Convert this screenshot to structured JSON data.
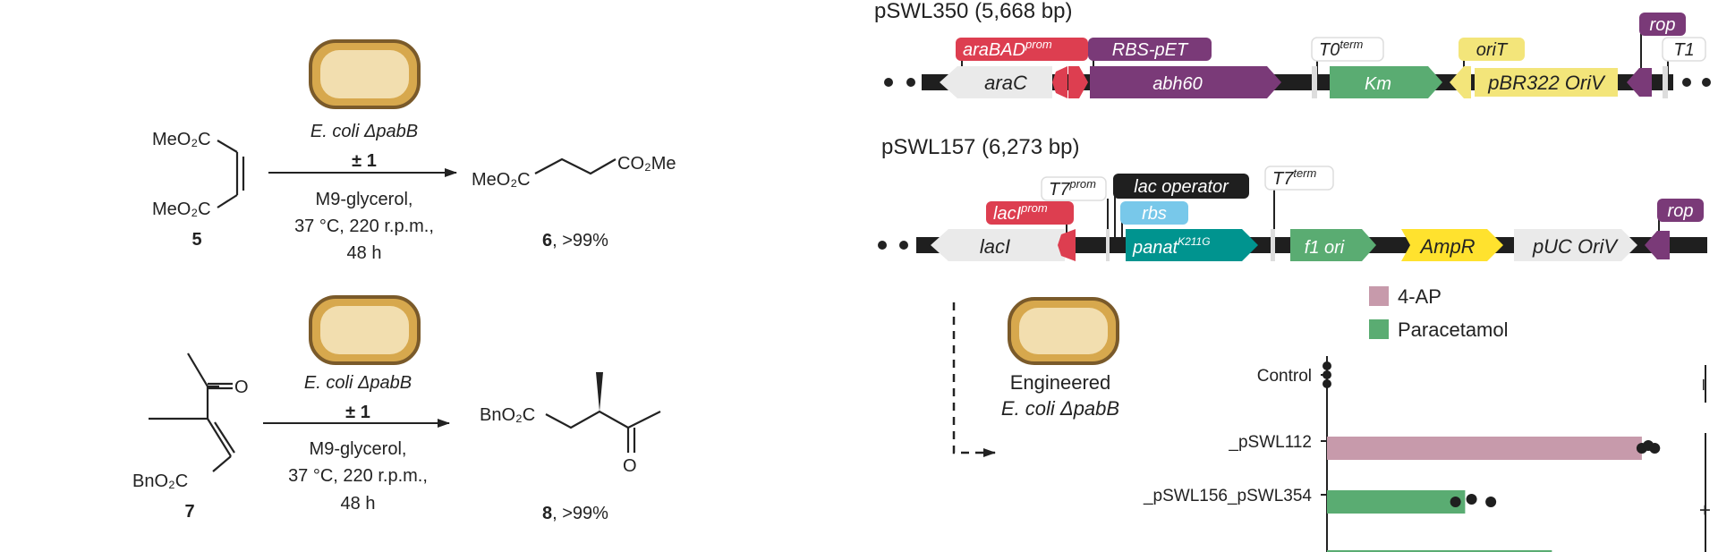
{
  "reactions": [
    {
      "reactant_sub1": "MeO₂C",
      "reactant_sub2": "MeO₂C",
      "reactant_id": "5",
      "strain": "E. coli ΔpabB",
      "additive": "± 1",
      "medium": "M9-glycerol,",
      "conditions": "37 °C, 220 r.p.m.,",
      "time": "48 h",
      "product_left": "MeO₂C",
      "product_right": "CO₂Me",
      "product_id": "6",
      "product_yield": ", >99%"
    },
    {
      "reactant_o": "O",
      "reactant_sub": "BnO₂C",
      "reactant_id": "7",
      "strain": "E. coli ΔpabB",
      "additive": "± 1",
      "medium": "M9-glycerol,",
      "conditions": "37 °C, 220 r.p.m.,",
      "time": "48 h",
      "product_left": "BnO₂C",
      "product_o": "O",
      "product_id": "8",
      "product_yield": ", >99%"
    }
  ],
  "plasmids": [
    {
      "title": "pSWL350 (5,668 bp)",
      "features": {
        "araBAD": "araBAD",
        "araBAD_sup": "prom",
        "rbs_pet": "RBS-pET",
        "t0": "T0",
        "t0_sup": "term",
        "orit": "oriT",
        "rop": "rop",
        "t1": "T1",
        "arac": "araC",
        "abh60": "abh60",
        "km": "Km",
        "pbr322": "pBR322 OriV"
      }
    },
    {
      "title": "pSWL157 (6,273 bp)",
      "features": {
        "t7prom": "T7",
        "t7prom_sup": "prom",
        "lac_operator": "lac operator",
        "t7term": "T7",
        "t7term_sup": "term",
        "laci_prom": "lacI",
        "laci_prom_sup": "prom",
        "rbs": "rbs",
        "rop": "rop",
        "laci": "lacI",
        "panat": "panat",
        "panat_sup": "K211G",
        "f1": "f1 ori",
        "ampr": "AmpR",
        "puc": "pUC OriV"
      }
    }
  ],
  "engineered": {
    "line1": "Engineered",
    "line2": "E. coli ΔpabB"
  },
  "colors": {
    "aap": "#c79aab",
    "paracetamol": "#5aac72",
    "red": "#dd3e50",
    "purple": "#7a3a78",
    "green": "#5aac72",
    "yellow": "#f3e57a",
    "teal": "#00948f",
    "blue": "#78c8ea",
    "gray": "#eaeaea",
    "black": "#1f1f1f"
  },
  "chart_data": {
    "type": "bar",
    "orientation": "horizontal",
    "categories": [
      "Control",
      "_pSWL112",
      "_pSWL156_pSWL354",
      ""
    ],
    "series": [
      {
        "name": "4-AP",
        "values": [
          0,
          0.98,
          null,
          null
        ]
      },
      {
        "name": "Paracetamol",
        "values": [
          0,
          null,
          0.43,
          0.7
        ]
      }
    ],
    "points": [
      {
        "category": "Control",
        "x": [
          0,
          0,
          0
        ]
      },
      {
        "category": "_pSWL112",
        "x": [
          0.98,
          1.0,
          1.02
        ]
      },
      {
        "category": "_pSWL156_pSWL354",
        "x": [
          0.4,
          0.45,
          0.51
        ]
      }
    ],
    "group_labels": [
      "–",
      "+"
    ],
    "xlim": [
      0,
      1.1
    ],
    "legend_position": "top"
  }
}
